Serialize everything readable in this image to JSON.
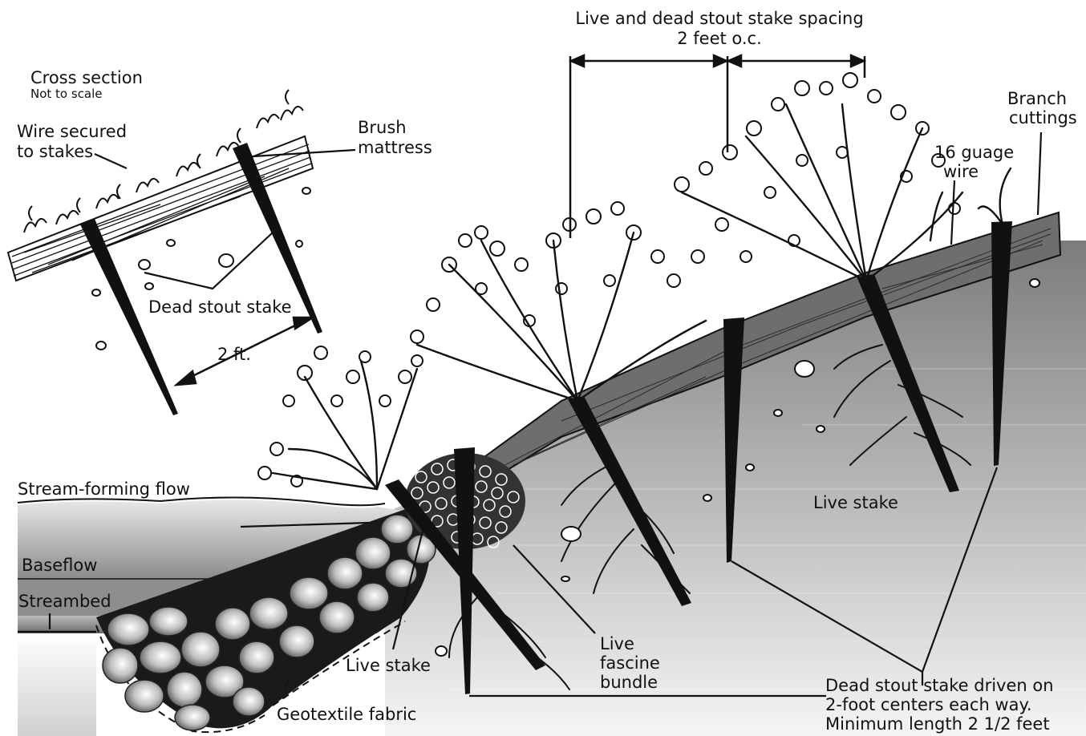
{
  "inset": {
    "title": "Cross section",
    "subtitle": "Not to scale",
    "wire_label_1": "Wire secured",
    "wire_label_2": "to stakes",
    "brush_label_1": "Brush",
    "brush_label_2": "mattress",
    "dead_stake_label": "Dead stout stake",
    "spacing_label": "2 ft."
  },
  "spacing": {
    "line1": "Live and dead stout stake spacing",
    "line2": "2 feet o.c."
  },
  "labels": {
    "branch_1": "Branch",
    "branch_2": "cuttings",
    "wire_1": "16 guage",
    "wire_2": "wire",
    "live_stake_right": "Live stake",
    "stream_flow": "Stream-forming flow",
    "baseflow": "Baseflow",
    "streambed": "Streambed",
    "live_stake_left": "Live stake",
    "fascine_1": "Live",
    "fascine_2": "fascine",
    "fascine_3": "bundle",
    "geotextile": "Geotextile fabric",
    "dead_stake_1": "Dead stout stake driven on",
    "dead_stake_2": "2-foot centers each way.",
    "dead_stake_3": "Minimum length 2 1/2 feet"
  },
  "colors": {
    "soil_top": "#f2f2f2",
    "soil_bottom": "#8c8c8c",
    "mattress": "#6e6e6e",
    "water": "#b3b3b3",
    "ink": "#111111"
  }
}
